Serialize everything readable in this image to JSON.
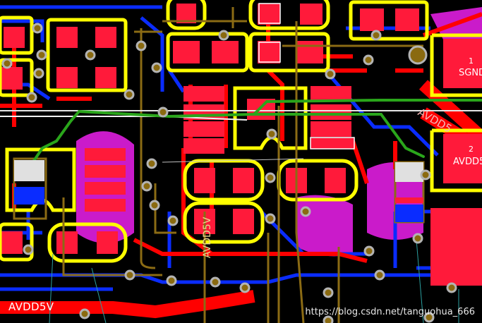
{
  "board": {
    "net_labels": {
      "bottom_trace": "AVDD5V",
      "vertical_trace": "AVDD5V",
      "diagonal_trace": "AVDD5"
    },
    "connector": {
      "pin1": {
        "number": "1",
        "net": "SGND"
      },
      "pin2": {
        "number": "2",
        "net": "AVDD5"
      }
    }
  },
  "watermark": "https://blog.csdn.net/tanguohua_666",
  "colors": {
    "background": "#000000",
    "top_copper": "#ff0000",
    "bottom_copper": "#0a2cff",
    "silkscreen": "#ffff00",
    "pad": "#ff1a3a",
    "via_ring": "#b3b3b3",
    "via_hole": "#8a6a10",
    "overlay_courtyard": "#8b6b14",
    "inner_layer": "#e01ee0",
    "ratsnest": "#33aa22",
    "highlight": "#f2f2f2"
  }
}
